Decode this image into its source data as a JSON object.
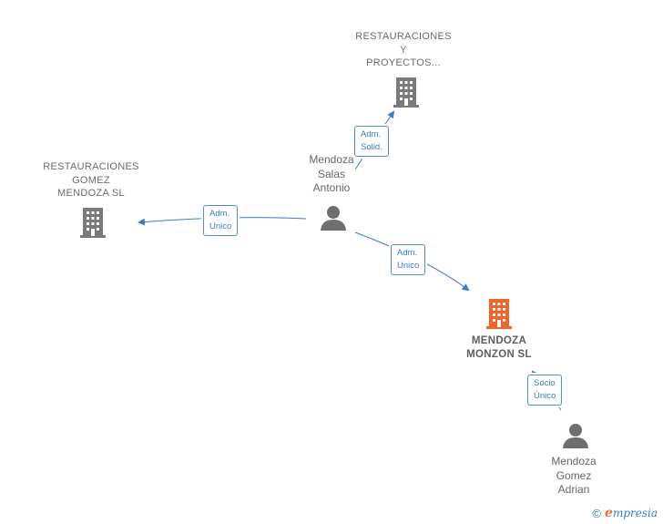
{
  "nodes": {
    "company_restauraciones_proyectos": {
      "label": "RESTAURACIONES\nY\nPROYECTOS..."
    },
    "company_restauraciones_gomez": {
      "label": "RESTAURACIONES\nGOMEZ\nMENDOZA  SL"
    },
    "company_mendoza_monzon": {
      "label": "MENDOZA\nMONZON  SL"
    },
    "person_mendoza_salas": {
      "label": "Mendoza\nSalas\nAntonio"
    },
    "person_mendoza_gomez": {
      "label": "Mendoza\nGomez\nAdrian"
    }
  },
  "edges": {
    "salas_to_proyectos": {
      "label": "Adm.\nSolid."
    },
    "salas_to_gomez": {
      "label": "Adm.\nUnico"
    },
    "salas_to_monzon": {
      "label": "Adm.\nUnico"
    },
    "adrian_to_monzon": {
      "label": "Socio\nÚnico"
    }
  },
  "colors": {
    "edge": "#3a7cc8",
    "company_icon": "#7a7a7a",
    "company_main_icon": "#f0652a",
    "person_icon": "#6e6e6e"
  },
  "footer": {
    "copyright_symbol": "©",
    "brand_initial": "e",
    "brand_rest": "mpresia"
  }
}
